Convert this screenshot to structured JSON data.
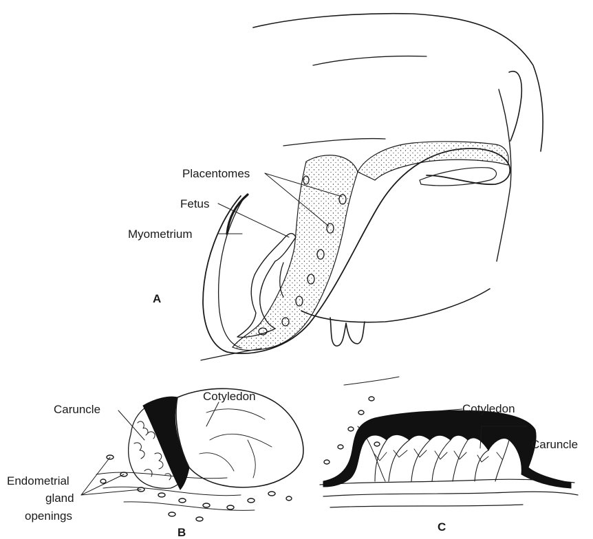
{
  "panels": {
    "a": "A",
    "b": "B",
    "c": "C"
  },
  "labels": {
    "placentomes": "Placentomes",
    "fetus": "Fetus",
    "myometrium": "Myometrium",
    "caruncle_b": "Caruncle",
    "cotyledon_b": "Cotyledon",
    "endometrial_line1": "Endometrial",
    "endometrial_line2": "gland",
    "endometrial_line3": "openings",
    "cotyledon_c": "Cotyledon",
    "caruncle_c": "Caruncle"
  }
}
